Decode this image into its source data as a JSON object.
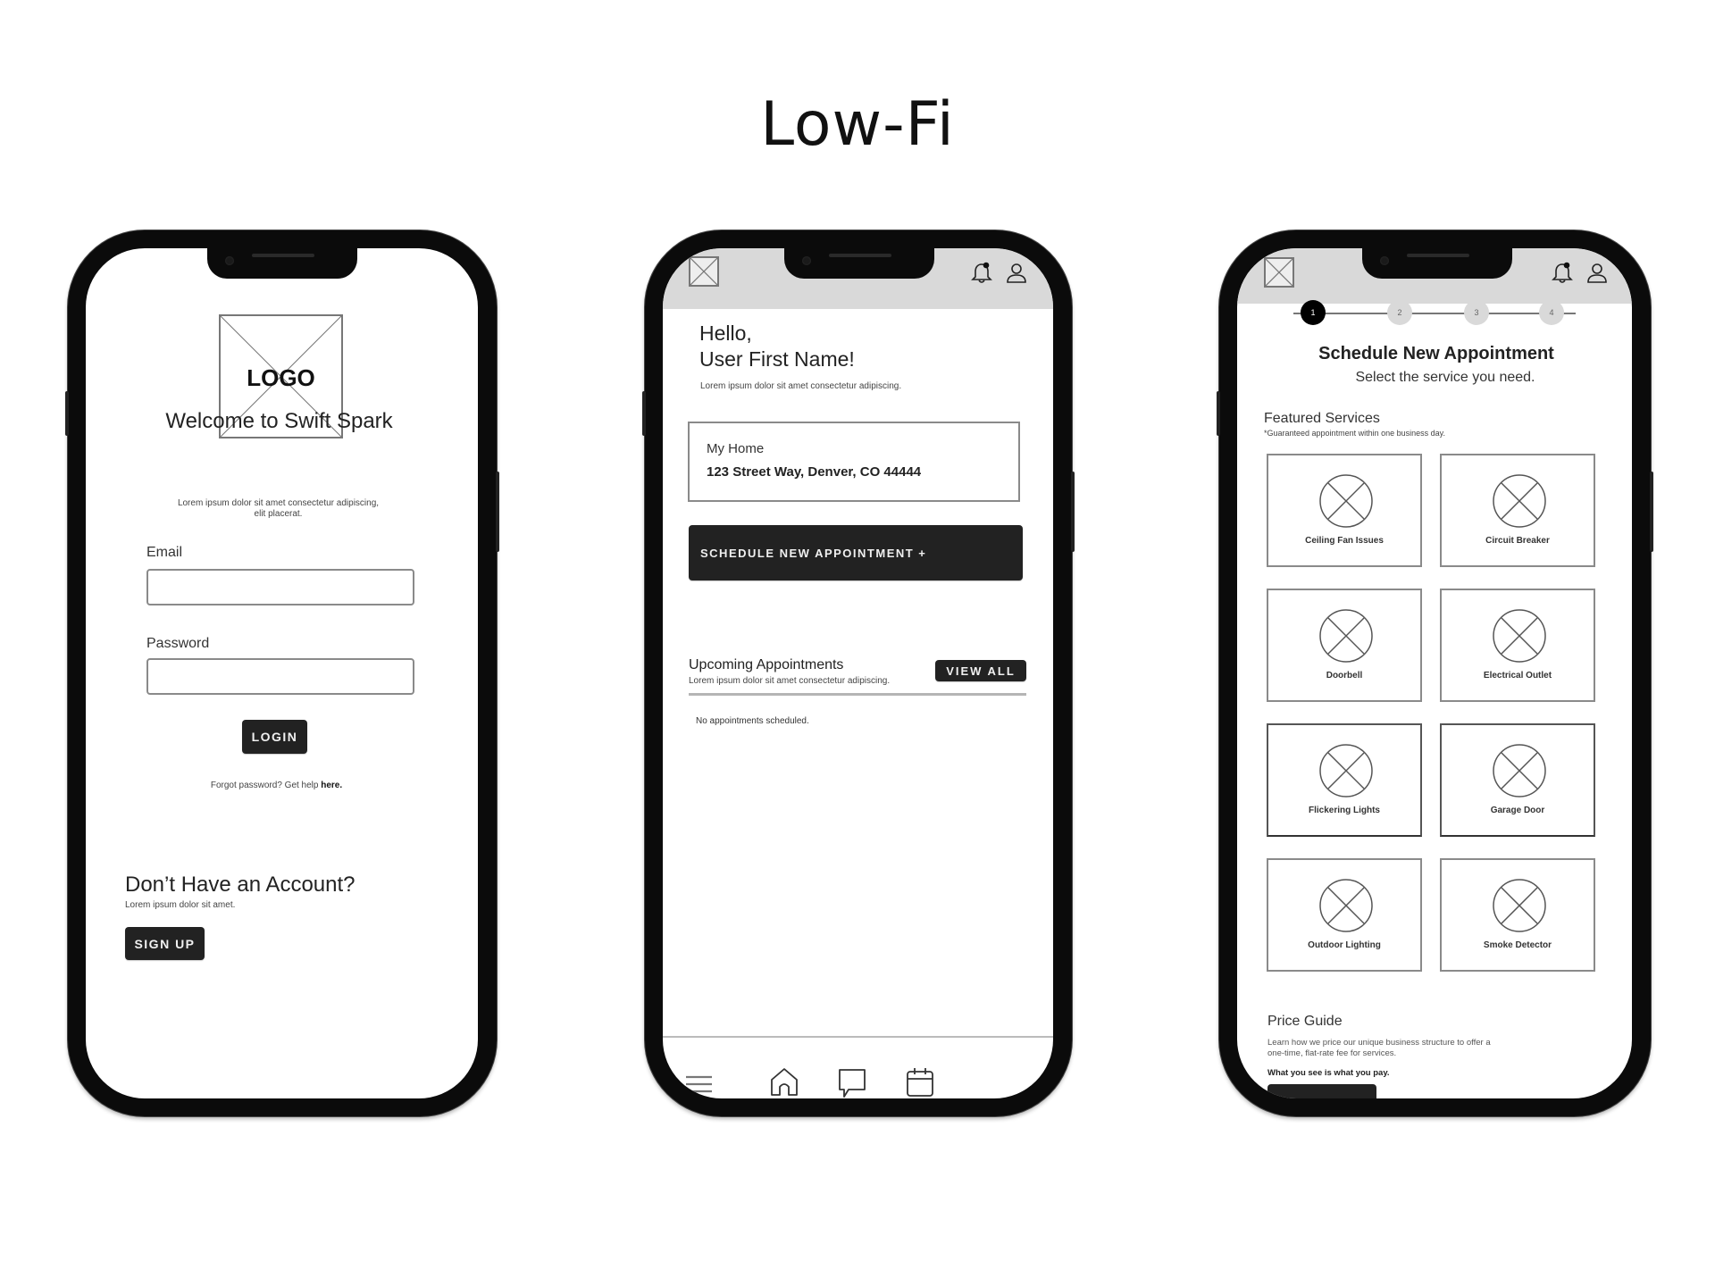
{
  "page": {
    "title": "Low-Fi"
  },
  "login_screen": {
    "logo_label": "LOGO",
    "welcome_title": "Welcome to Swift Spark",
    "welcome_subtitle_line1": "Lorem ipsum dolor sit amet consectetur adipiscing,",
    "welcome_subtitle_line2": "elit placerat.",
    "email_label": "Email",
    "email_value": "",
    "password_label": "Password",
    "password_value": "",
    "login_button": "LOGIN",
    "forgot_text": "Forgot password? Get help ",
    "forgot_link": "here.",
    "no_account_title": "Don’t Have an Account?",
    "no_account_subtitle": "Lorem ipsum dolor sit amet.",
    "signup_button": "SIGN UP"
  },
  "home_screen": {
    "header": {
      "logo_icon": "image-placeholder-icon",
      "notification_icon": "bell-icon",
      "profile_icon": "user-icon"
    },
    "greeting_line1": "Hello,",
    "greeting_line2": "User First Name!",
    "greeting_subtitle": "Lorem ipsum dolor sit amet consectetur adipiscing.",
    "home_card": {
      "label": "My Home",
      "address": "123 Street Way, Denver, CO 44444"
    },
    "schedule_button": "SCHEDULE NEW APPOINTMENT +",
    "upcoming": {
      "title": "Upcoming Appointments",
      "subtitle": "Lorem ipsum dolor sit amet consectetur adipiscing.",
      "view_all_button": "VIEW ALL",
      "empty_text": "No appointments scheduled."
    },
    "bottom_nav": [
      {
        "icon": "menu-icon"
      },
      {
        "icon": "home-icon"
      },
      {
        "icon": "chat-icon"
      },
      {
        "icon": "calendar-icon"
      }
    ]
  },
  "schedule_screen": {
    "header": {
      "logo_icon": "image-placeholder-icon",
      "notification_icon": "bell-icon",
      "profile_icon": "user-icon"
    },
    "stepper": {
      "steps": [
        "1",
        "2",
        "3",
        "4"
      ],
      "active_step": 1
    },
    "title": "Schedule New Appointment",
    "subtitle": "Select the service you need.",
    "featured": {
      "title": "Featured Services",
      "note": "*Guaranteed appointment within one business day."
    },
    "services": [
      {
        "label": "Ceiling Fan Issues"
      },
      {
        "label": "Circuit Breaker"
      },
      {
        "label": "Doorbell"
      },
      {
        "label": "Electrical Outlet"
      },
      {
        "label": "Flickering Lights"
      },
      {
        "label": "Garage Door"
      },
      {
        "label": "Outdoor Lighting"
      },
      {
        "label": "Smoke Detector"
      }
    ],
    "price_guide": {
      "title": "Price Guide",
      "body_line1": "Learn how we price our unique business structure to offer a",
      "body_line2": "one-time, flat-rate fee for services.",
      "emphasis": "What you see is what you pay."
    }
  },
  "colors": {
    "frame": "#0b0b0b",
    "header_bg": "#d9d9d9",
    "button_dark": "#222222",
    "border": "#8a8a8a",
    "stepper_inactive": "#d9d9d9",
    "stepper_active": "#000000"
  }
}
